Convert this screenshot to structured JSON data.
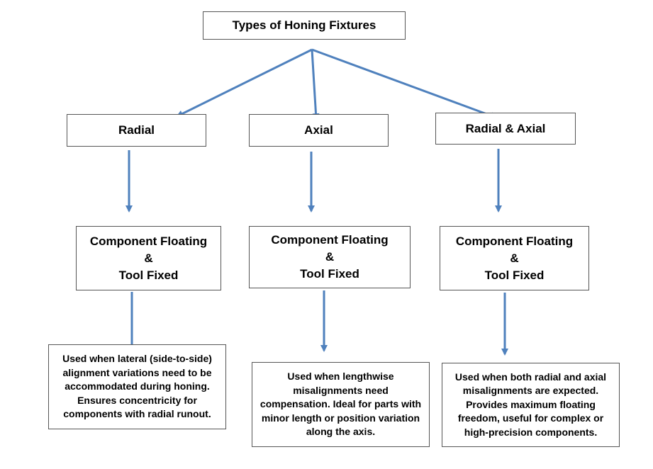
{
  "title": "Types of Honing Fixtures",
  "columns": [
    {
      "category": "Radial",
      "component": [
        "Component Floating",
        "&",
        "Tool Fixed"
      ],
      "description": "Used when lateral (side-to-side) alignment variations need to be accommodated during honing. Ensures concentricity for components with radial runout."
    },
    {
      "category": "Axial",
      "component": [
        "Component Floating",
        "&",
        "Tool Fixed"
      ],
      "description": "Used when lengthwise misalignments need compensation. Ideal for parts with minor length or position variation along the axis."
    },
    {
      "category": "Radial & Axial",
      "component": [
        "Component Floating",
        "&",
        "Tool Fixed"
      ],
      "description": "Used when both radial and axial misalignments are expected. Provides maximum floating freedom, useful for complex or high-precision components."
    }
  ],
  "colors": {
    "arrow": "#4f81bd",
    "border": "#555555"
  }
}
